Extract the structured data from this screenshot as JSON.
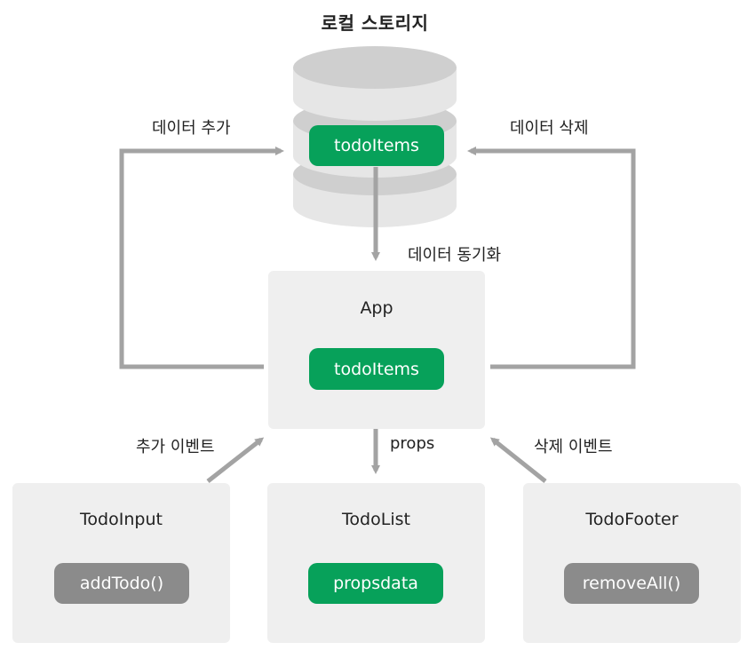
{
  "storage": {
    "title": "로컬 스토리지",
    "item": "todoItems"
  },
  "app": {
    "title": "App",
    "item": "todoItems"
  },
  "components": {
    "input": {
      "title": "TodoInput",
      "method": "addTodo()"
    },
    "list": {
      "title": "TodoList",
      "method": "propsdata"
    },
    "footer": {
      "title": "TodoFooter",
      "method": "removeAll()"
    }
  },
  "edges": {
    "add_data": "데이터 추가",
    "delete_data": "데이터 삭제",
    "sync_data": "데이터 동기화",
    "props": "props",
    "add_event": "추가 이벤트",
    "delete_event": "삭제 이벤트"
  },
  "colors": {
    "accent_green": "#07a15a",
    "method_gray": "#8b8b8b",
    "box_bg": "#efefef",
    "arrow": "#a3a3a3",
    "cylinder_top": "#cfcfcf",
    "cylinder_side": "#e6e6e6"
  }
}
